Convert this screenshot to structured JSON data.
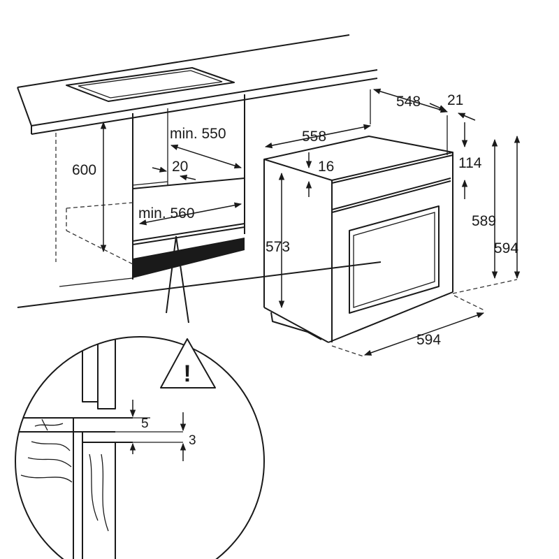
{
  "dimensions": {
    "cabinet_height": "600",
    "cabinet_min_depth": "min. 550",
    "cabinet_back_gap": "20",
    "cabinet_min_width": "min. 560",
    "oven_depth": "558",
    "oven_body_depth": "548",
    "oven_front_depth": "21",
    "oven_top_offset": "16",
    "oven_fascia_height": "114",
    "oven_body_height": "573",
    "oven_front_height": "589",
    "oven_total_height": "594",
    "oven_width": "594",
    "detail_gap_5": "5",
    "detail_gap_3": "3"
  },
  "warning": {
    "symbol": "!"
  },
  "colors": {
    "line": "#1a1a1a",
    "background": "#ffffff",
    "plinth": "#1a1a1a"
  }
}
